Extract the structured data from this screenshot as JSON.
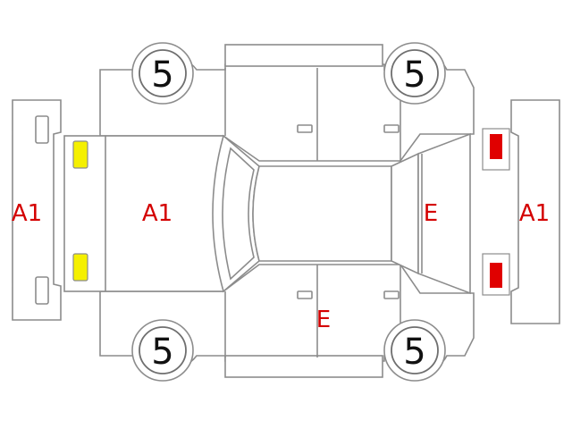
{
  "inspection_marks": {
    "front_bumper": "A1",
    "hood": "A1",
    "rear_door": "E",
    "rear_bumper": "A1",
    "right_rear_door": "E"
  },
  "wheels": {
    "front_left": "5",
    "rear_left": "5",
    "front_right": "5",
    "rear_right": "5"
  },
  "colors": {
    "outline": "#8c8c8c",
    "mark_text": "#d40000",
    "front_lamps": "#f5f000",
    "rear_lamps": "#e00000"
  }
}
